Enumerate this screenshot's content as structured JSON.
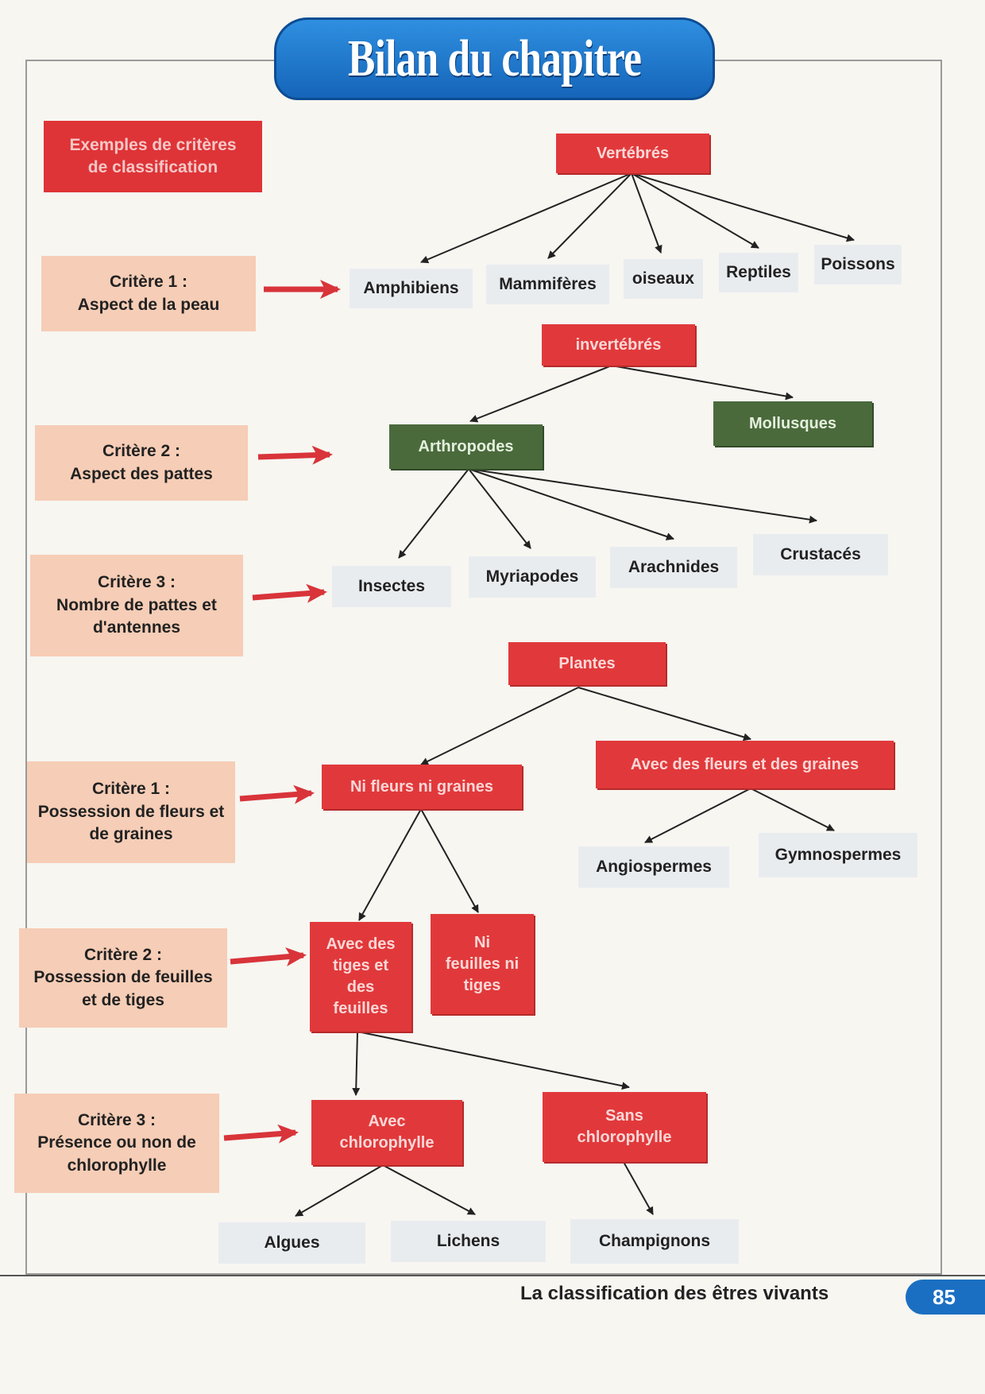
{
  "title": "Bilan du chapitre",
  "header_box": "Exemples de critères de classification",
  "animals": {
    "vertebrates": {
      "label": "Vertébrés",
      "criterion": {
        "title": "Critère 1 :",
        "text": "Aspect de la peau"
      },
      "classes": [
        "Amphibiens",
        "Mammifères",
        "oiseaux",
        "Reptiles",
        "Poissons"
      ]
    },
    "invertebrates": {
      "label": "invertébrés",
      "criterion": {
        "title": "Critère 2 :",
        "text": "Aspect des pattes"
      },
      "groups": [
        "Arthropodes",
        "Mollusques"
      ]
    },
    "arthropods": {
      "criterion": {
        "title": "Critère 3 :",
        "text": "Nombre de pattes et d'antennes"
      },
      "classes": [
        "Insectes",
        "Myriapodes",
        "Arachnides",
        "Crustacés"
      ]
    }
  },
  "plants": {
    "label": "Plantes",
    "criterion1": {
      "title": "Critère 1 :",
      "text": "Possession de fleurs et de graines"
    },
    "branch_no_flowers": "Ni fleurs ni graines",
    "branch_flowers": "Avec des fleurs et des graines",
    "flowering": [
      "Angiospermes",
      "Gymnospermes"
    ],
    "criterion2": {
      "title": "Critère 2 :",
      "text": "Possession de feuilles et de tiges"
    },
    "with_stems": "Avec des tiges et des feuilles",
    "no_leaves": "Ni feuilles ni tiges",
    "criterion3": {
      "title": "Critère 3 :",
      "text": "Présence ou non de chlorophylle"
    },
    "with_chloro": "Avec chlorophylle",
    "without_chloro": "Sans chlorophylle",
    "leaves": [
      "Algues",
      "Lichens",
      "Champignons"
    ]
  },
  "footer": {
    "text": "La classification des êtres vivants",
    "page": "85"
  },
  "colors": {
    "red": "#e1393b",
    "green": "#4a6a3c",
    "pink": "#f6cdb6",
    "grey": "#e9ecef",
    "blue": "#1b6fc2"
  }
}
